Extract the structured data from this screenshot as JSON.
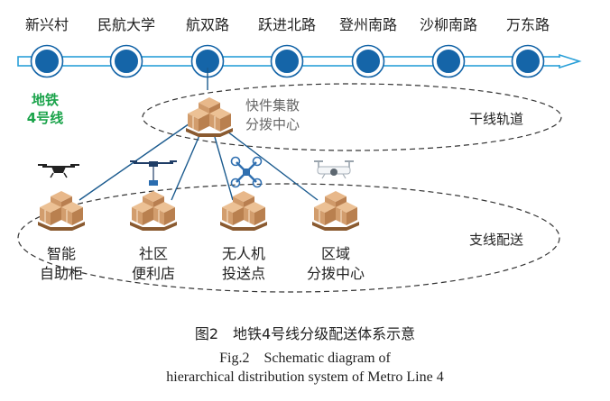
{
  "stations": [
    "新兴村",
    "民航大学",
    "航双路",
    "跃进北路",
    "登州南路",
    "沙柳南路",
    "万东路"
  ],
  "line_label": [
    "地铁",
    "4号线"
  ],
  "hub_label": [
    "快件集散",
    "分拨中心"
  ],
  "trunk_label": "干线轨道",
  "branch_label": "支线配送",
  "nodes": [
    {
      "label": [
        "智能",
        "自助柜"
      ],
      "drone": "drone-dark-icon"
    },
    {
      "label": [
        "社区",
        "便利店"
      ],
      "drone": "drone-hex-icon"
    },
    {
      "label": [
        "无人机",
        "投送点"
      ],
      "drone": "drone-x-icon"
    },
    {
      "label": [
        "区域",
        "分拨中心"
      ],
      "drone": "drone-white-icon"
    }
  ],
  "caption": {
    "cn": "图2　地铁4号线分级配送体系示意",
    "en1": "Fig.2　Schematic diagram of",
    "en2": "hierarchical distribution system of Metro Line 4"
  },
  "colors": {
    "metro": "#2aa0d8",
    "station_fill": "#1565a8",
    "line_label": "#1aa34a",
    "link": "#1a5a8e",
    "text": "#222222",
    "muted": "#666666"
  }
}
